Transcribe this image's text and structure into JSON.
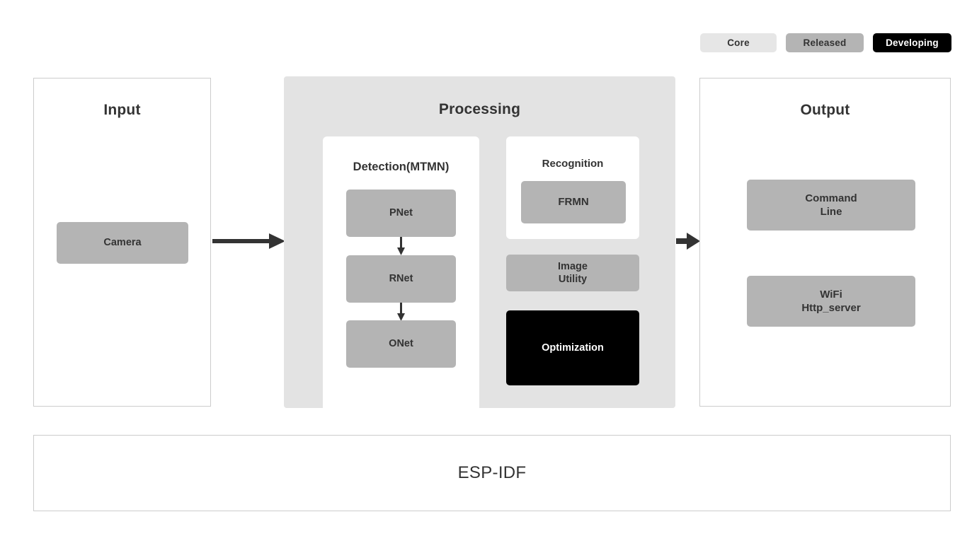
{
  "legend": {
    "items": [
      {
        "label": "Core",
        "status": "core",
        "color": "#E6E6E6"
      },
      {
        "label": "Released",
        "status": "released",
        "color": "#B4B4B4"
      },
      {
        "label": "Developing",
        "status": "developing",
        "color": "#000000"
      }
    ]
  },
  "input": {
    "title": "Input",
    "nodes": [
      {
        "label": "Camera",
        "status": "released"
      }
    ]
  },
  "processing": {
    "title": "Processing",
    "detection": {
      "title": "Detection(MTMN)",
      "nodes": [
        {
          "label": "PNet",
          "status": "released"
        },
        {
          "label": "RNet",
          "status": "released"
        },
        {
          "label": "ONet",
          "status": "released"
        }
      ]
    },
    "recognition": {
      "title": "Recognition",
      "nodes": [
        {
          "label": "FRMN",
          "status": "released"
        }
      ]
    },
    "extra_nodes": [
      {
        "label": "Image\nUtility",
        "line1": "Image",
        "line2": "Utility",
        "status": "released"
      },
      {
        "label": "Optimization",
        "status": "developing"
      }
    ]
  },
  "output": {
    "title": "Output",
    "nodes": [
      {
        "label": "Command\nLine",
        "line1": "Command",
        "line2": "Line",
        "status": "released"
      },
      {
        "label": "WiFi\nHttp_server",
        "line1": "WiFi",
        "line2": "Http_server",
        "status": "released"
      }
    ]
  },
  "framework": {
    "label": "ESP-IDF"
  },
  "flow": {
    "arrows": [
      {
        "from": "Input",
        "to": "Processing",
        "direction": "right"
      },
      {
        "from": "Processing",
        "to": "Output",
        "direction": "right"
      },
      {
        "from": "PNet",
        "to": "RNet",
        "direction": "down"
      },
      {
        "from": "RNet",
        "to": "ONet",
        "direction": "down"
      }
    ]
  },
  "colors": {
    "arrow": "#333333",
    "panel_border": "#CCCCCC",
    "processing_bg": "#E3E3E3",
    "text": "#333333"
  }
}
